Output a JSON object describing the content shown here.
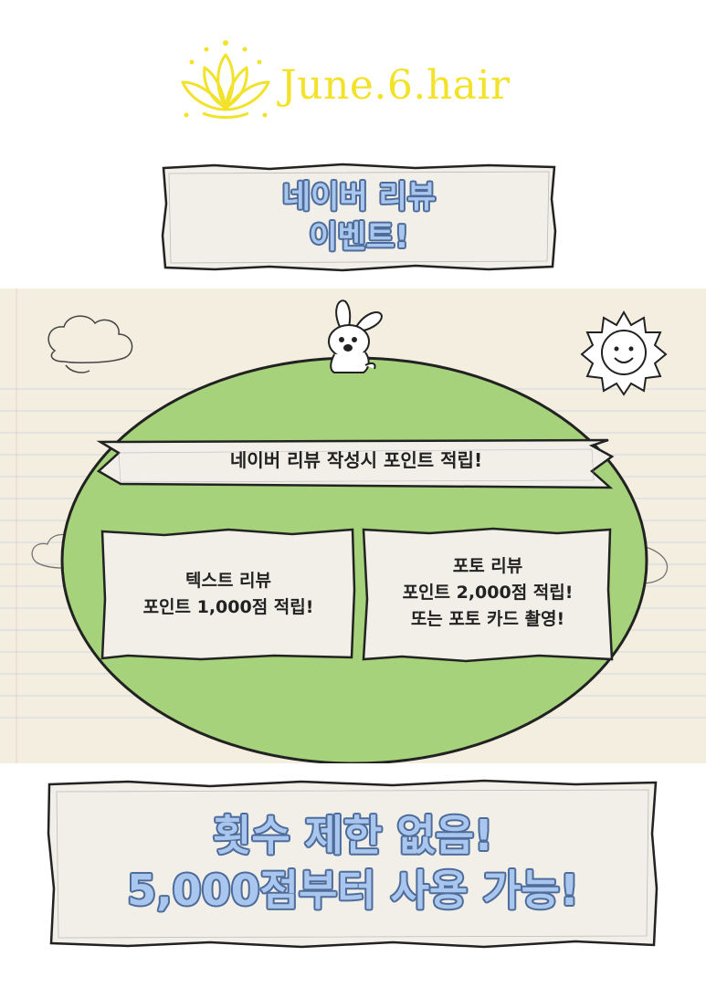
{
  "brand": {
    "name": "June.6.hair",
    "color": "#f2e22a"
  },
  "title_banner": {
    "line1": "네이버 리뷰",
    "line2": "이벤트!"
  },
  "ribbon": {
    "text": "네이버 리뷰 작성시 포인트 적립!"
  },
  "cards": [
    {
      "line1": "텍스트 리뷰",
      "line2": "포인트 1,000점 적립!",
      "line3": ""
    },
    {
      "line1": "포토 리뷰",
      "line2": "포인트 2,000점 적립!",
      "line3": "또는 포토 카드 촬영!"
    }
  ],
  "bottom_banner": {
    "line1": "횟수 제한 없음!",
    "line2": "5,000점부터 사용 가능!"
  },
  "colors": {
    "grass": "#a5d27a",
    "bubble_fill": "#a9c6ee",
    "bubble_outline": "#4e6c9a",
    "paper": "#f3eee0"
  },
  "icons": [
    "lotus-icon",
    "rabbit-icon",
    "sun-icon",
    "cloud-icon"
  ]
}
